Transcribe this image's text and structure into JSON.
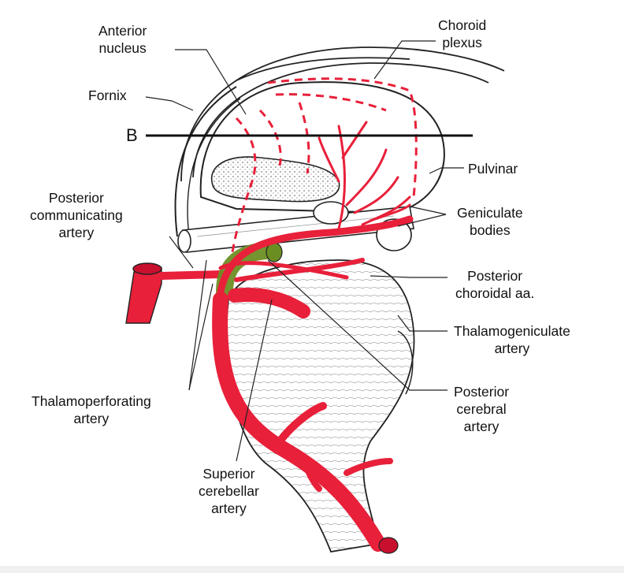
{
  "diagram": {
    "labels": {
      "anterior_nucleus": "Anterior\nnucleus",
      "choroid_plexus": "Choroid\nplexus",
      "fornix": "Fornix",
      "plane_b": "B",
      "pulvinar": "Pulvinar",
      "posterior_communicating_artery": "Posterior\ncommunicating\nartery",
      "geniculate_bodies": "Geniculate\nbodies",
      "posterior_choroidal_aa": "Posterior\nchoroidal aa.",
      "thalamogeniculate_artery": "Thalamogeniculate\nartery",
      "thalamoperforating_artery": "Thalamoperforating\nartery",
      "posterior_cerebral_artery": "Posterior\ncerebral\nartery",
      "superior_cerebellar_artery": "Superior\ncerebellar\nartery"
    },
    "colors": {
      "artery": "#e8203a",
      "highlight": "#6b8e23",
      "outline": "#222222",
      "background": "#ffffff"
    }
  }
}
